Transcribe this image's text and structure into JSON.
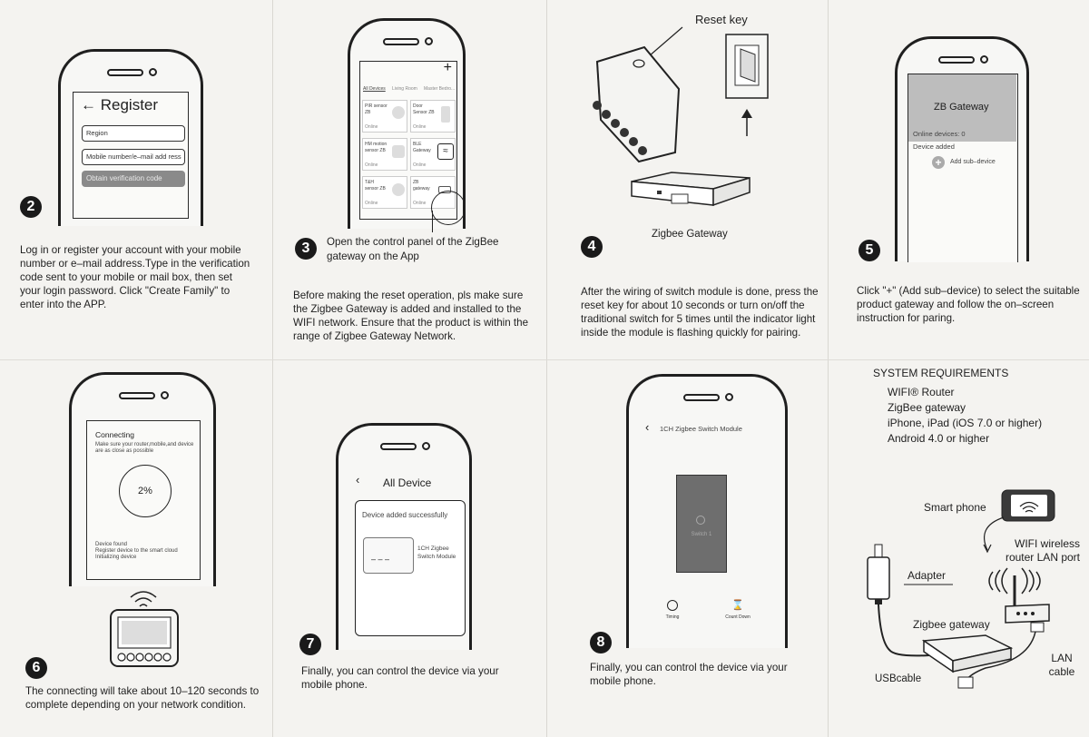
{
  "steps": {
    "s2": {
      "num": "2",
      "text": "Log in or register your account with your mobile number or e–mail address.Type in the verification code sent to your mobile or mail box, then set your login password. Click \"Create Family\" to enter into the APP.",
      "screen": {
        "title": "Register",
        "field_region": "Region",
        "field_mobile": "Mobile number/e–mail add    ress",
        "button": "Obtain verification code"
      }
    },
    "s3": {
      "num": "3",
      "title": "Open the control panel of the ZigBee gateway on the App",
      "text": "Before making the reset operation, pls make sure the Zigbee Gateway is added and installed to the WIFI network. Ensure that the product is within the range of Zigbee Gateway Network.",
      "screen": {
        "plus": "+",
        "tabs": [
          "All Devices",
          "Living Room",
          "Master Bedro..."
        ],
        "cards": [
          {
            "name": "PIR sensor ZB",
            "status": "Online"
          },
          {
            "name": "Door Sensor ZB",
            "status": "Online"
          },
          {
            "name": "HM motion sensor ZB",
            "status": "Online"
          },
          {
            "name": "BLE Gateway",
            "status": "Online"
          },
          {
            "name": "T&H sensor ZB",
            "status": "Online"
          },
          {
            "name": "ZB gateway",
            "status": "Online"
          }
        ]
      }
    },
    "s4": {
      "num": "4",
      "reset_label": "Reset key",
      "gateway_label": "Zigbee Gateway",
      "text": "After the wiring of switch module is done, press the reset key for about 10 seconds or turn on/off the traditional switch for 5 times until the indicator light inside the module is flashing quickly for pairing."
    },
    "s5": {
      "num": "5",
      "text": "Click \"+\" (Add sub–device) to select the suitable product gateway and follow the on–screen instruction for paring.",
      "screen": {
        "title": "ZB Gateway",
        "online": "Online devices: 0",
        "added": "Device added",
        "add": "Add sub–device"
      }
    },
    "s6": {
      "num": "6",
      "text": "The connecting will take about 10–120 seconds to complete depending on your network condition.",
      "screen": {
        "title": "Connecting",
        "subtitle": "Make sure your router,mobile,and device are as close as possible",
        "percent": "2%",
        "progress": 0.02,
        "line1": "Device found",
        "line2": "Register device to the smart cloud",
        "line3": "Initializing device"
      }
    },
    "s7": {
      "num": "7",
      "text": "Finally, you can control  the device via your mobile phone.",
      "screen": {
        "title": "All Device",
        "added": "Device added successfully",
        "dots": "– – –",
        "device": "1CH Zigbee Switch Module"
      }
    },
    "s8": {
      "num": "8",
      "text": "Finally, you can control  the device via your mobile phone.",
      "screen": {
        "title": "1CH Zigbee Switch Module",
        "switch": "Switch 1",
        "timing": "Timing",
        "countdown": "Count Down"
      }
    }
  },
  "requirements": {
    "heading": "SYSTEM REQUIREMENTS",
    "items": [
      "WIFI® Router",
      "ZigBee gateway",
      "iPhone, iPad (iOS 7.0 or higher)",
      "Android 4.0 or higher"
    ]
  },
  "diagram": {
    "smartphone": "Smart phone",
    "router": "WIFI wireless router LAN port",
    "adapter": "Adapter",
    "gateway": "Zigbee gateway",
    "usb": "USBcable",
    "lan": "LAN cable"
  }
}
